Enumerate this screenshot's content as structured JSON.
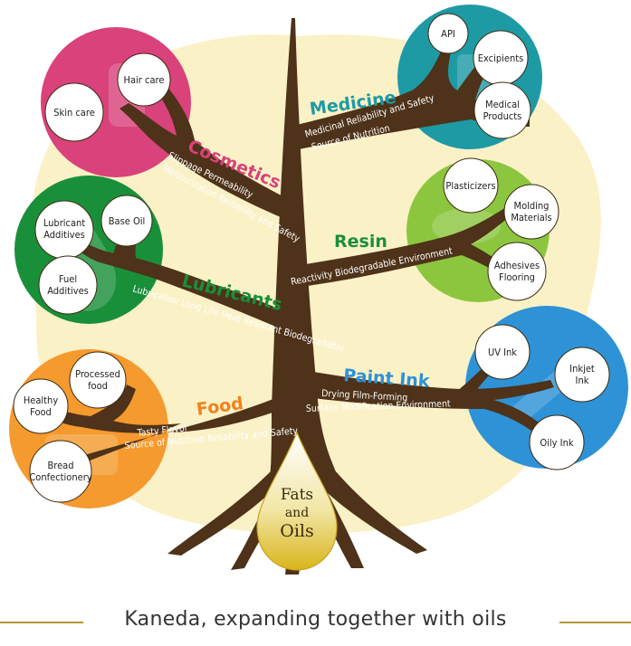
{
  "colors": {
    "trunk": "#4e3219",
    "backdrop": "#fbf1c7",
    "cosmetics": "#d9427b",
    "medicine": "#1e9aa5",
    "lubricants": "#1a8f3a",
    "resin": "#8cc63f",
    "food": "#f59a2e",
    "paint_ink": "#2d92d6"
  },
  "center": {
    "line1": "Fats",
    "line2": "and",
    "line3": "Oils"
  },
  "categories": {
    "cosmetics": {
      "label": "Cosmetics",
      "attr1": "Slippage Permeability",
      "attr2": "Moisturization Reliability and Safety",
      "items": [
        "Hair care",
        "Skin care"
      ]
    },
    "medicine": {
      "label": "Medicine",
      "attr1": "Medicinal Reliability and Safety",
      "attr2": "Source of Nutrition",
      "items": [
        "API",
        "Excipients",
        "Medical",
        "Products"
      ]
    },
    "lubricants": {
      "label": "Lubricants",
      "attr1": "Lubrication Long Life Heat Resistant Biodegradable",
      "items": [
        "Lubricant",
        "Additives",
        "Base Oil",
        "Fuel",
        "Additives"
      ]
    },
    "resin": {
      "label": "Resin",
      "attr1": "Reactivity Biodegradable Environment",
      "items": [
        "Plasticizers",
        "Molding",
        "Materials",
        "Adhesives",
        "Flooring"
      ]
    },
    "food": {
      "label": "Food",
      "attr1": "Tasty Flavor",
      "attr2": "Source of Nutrition Reliability and Safety",
      "items": [
        "Processed",
        "food",
        "Healthy",
        "Food",
        "Bread",
        "Confectionery"
      ]
    },
    "paint_ink": {
      "label": "Paint Ink",
      "attr1": "Drying Film-Forming",
      "attr2": "Surface Modification Environment",
      "items": [
        "UV Ink",
        "Inkjet",
        "Ink",
        "Oily Ink"
      ]
    }
  },
  "tagline": "Kaneda, expanding together with oils"
}
